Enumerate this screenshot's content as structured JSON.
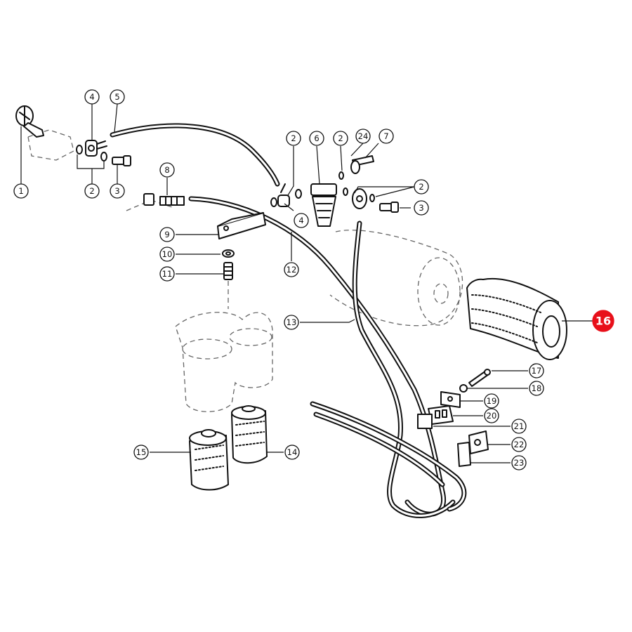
{
  "diagram": {
    "highlight_color": "#e8101a",
    "highlighted_callout": "16",
    "callouts": [
      {
        "label": "1"
      },
      {
        "label": "2"
      },
      {
        "label": "3"
      },
      {
        "label": "4"
      },
      {
        "label": "5"
      },
      {
        "label": "2"
      },
      {
        "label": "6"
      },
      {
        "label": "2"
      },
      {
        "label": "24"
      },
      {
        "label": "7"
      },
      {
        "label": "8"
      },
      {
        "label": "2"
      },
      {
        "label": "3"
      },
      {
        "label": "4"
      },
      {
        "label": "2"
      },
      {
        "label": "3"
      },
      {
        "label": "9"
      },
      {
        "label": "10"
      },
      {
        "label": "11"
      },
      {
        "label": "12"
      },
      {
        "label": "13"
      },
      {
        "label": "16"
      },
      {
        "label": "17"
      },
      {
        "label": "18"
      },
      {
        "label": "19"
      },
      {
        "label": "20"
      },
      {
        "label": "21"
      },
      {
        "label": "22"
      },
      {
        "label": "23"
      },
      {
        "label": "15"
      },
      {
        "label": "14"
      }
    ]
  }
}
